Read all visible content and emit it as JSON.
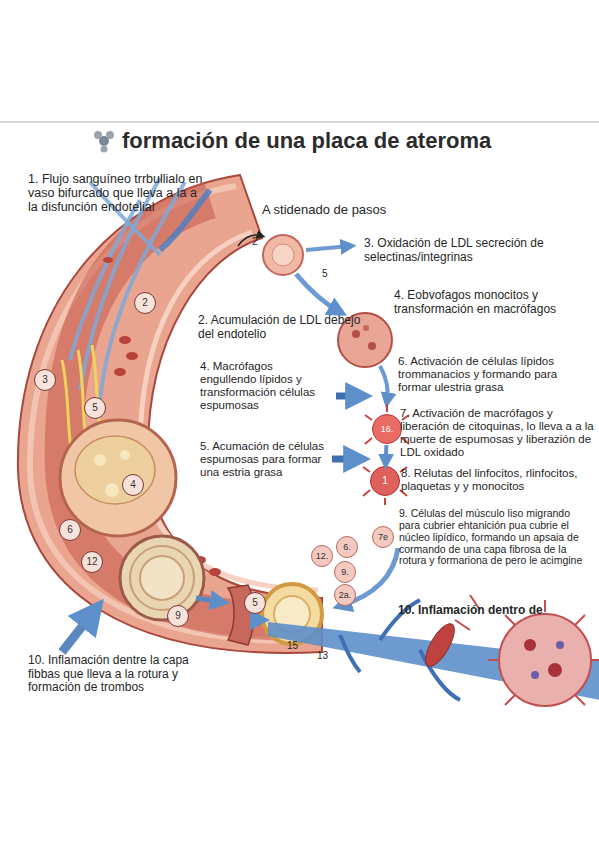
{
  "diagram": {
    "title": "formación de una placa de ateroma",
    "nodes": [
      {
        "text": [
          "16."
        ]
      },
      {
        "text": [
          "1"
        ]
      },
      {
        "text": [
          "7e"
        ]
      },
      {
        "text": [
          "6."
        ]
      },
      {
        "text": [
          "12."
        ]
      },
      {
        "text": [
          "9."
        ]
      },
      {
        "text": [
          "2a."
        ]
      },
      {
        "text": [
          "2"
        ]
      },
      {
        "text": [
          "3"
        ]
      },
      {
        "text": [
          "5"
        ]
      },
      {
        "text": [
          "4"
        ]
      },
      {
        "text": [
          "6"
        ]
      },
      {
        "text": [
          "12"
        ]
      },
      {
        "text": [
          "9"
        ]
      },
      {
        "text": [
          "5"
        ]
      }
    ],
    "edges": [
      {
        "from": 0,
        "to": 1,
        "arrow": "to"
      }
    ],
    "labels": [
      "1. Flujo sanguíneo trrbullialo en vaso bifurcado que lleva a la a la disfunción endotelial",
      "A stidenado de pasos",
      "2",
      "5",
      "3. Oxidación de LDL secreción de selectinas/integrinas",
      "4. Eobvofagos monocitos y transformación en macrófagos",
      "2. Acumulación de LDL debejo del endotelio",
      "6. Activación de células lípidos trommanacios y formando para formar ulestria grasa",
      "4. Macrófagos engullendo lípidos y transformación células espumosas",
      "7. Activación de macrófagos y liberación de citoquinas, lo lleva a a la muerte de espumosas y liberazión de LDL oxidado",
      "5. Acumación de células espumosas para formar una estria grasa",
      "8. Rélutas del linfocitos, rlinfocitos, plaquetas y y monocitos",
      "9. Células del músculo liso migrando para cubrier ehtanición pua cubrie el núcleo lipídico, formando un apsaia de cormando de una capa fibrosa de la rotura y formariona de pero le acimgine",
      "10. Inflamación dentro de",
      "15",
      "13",
      "10. Inflamación dentre la capa fibbas que lleva a la rotura y formación de trombos"
    ]
  }
}
